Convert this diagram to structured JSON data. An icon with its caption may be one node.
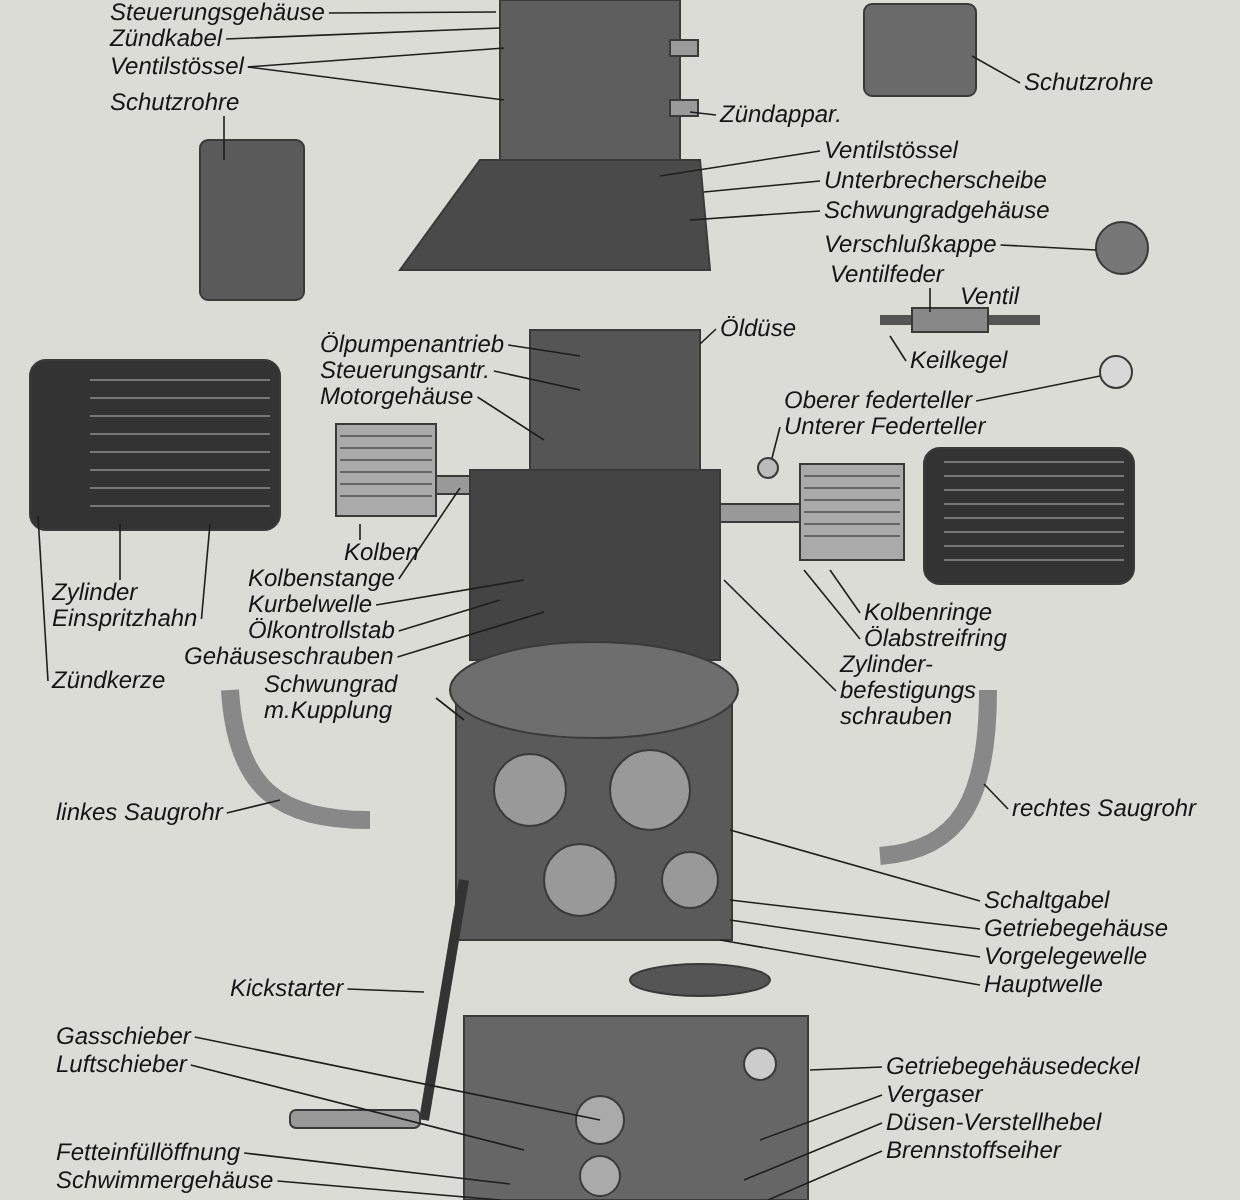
{
  "diagram": {
    "nodes": [
      {
        "text": [
          "Steuerungsgehäuse"
        ]
      },
      {
        "text": [
          "Zündkabel"
        ]
      },
      {
        "text": [
          "Ventilstössel"
        ]
      },
      {
        "text": [
          "Schutzrohre"
        ]
      },
      {
        "text": [
          "Schutzrohre"
        ]
      },
      {
        "text": [
          "Zündappar."
        ]
      },
      {
        "text": [
          "Ventilstössel"
        ]
      },
      {
        "text": [
          "Unterbrecherscheibe"
        ]
      },
      {
        "text": [
          "Schwungradgehäuse"
        ]
      },
      {
        "text": [
          "Verschlußkappe"
        ]
      },
      {
        "text": [
          "Ventilfeder"
        ]
      },
      {
        "text": [
          "Ventil"
        ]
      },
      {
        "text": [
          "Öldüse"
        ]
      },
      {
        "text": [
          "Keilkegel"
        ]
      },
      {
        "text": [
          "Oberer federteller"
        ]
      },
      {
        "text": [
          "Unterer Federteller"
        ]
      },
      {
        "text": [
          "Ölpumpenantrieb"
        ]
      },
      {
        "text": [
          "Steuerungsantr."
        ]
      },
      {
        "text": [
          "Motorgehäuse"
        ]
      },
      {
        "text": [
          "Kolben"
        ]
      },
      {
        "text": [
          "Kolbenstange"
        ]
      },
      {
        "text": [
          "Kurbelwelle"
        ]
      },
      {
        "text": [
          "Ölkontrollstab"
        ]
      },
      {
        "text": [
          "Gehäuseschrauben"
        ]
      },
      {
        "text": [
          "Schwungrad m.Kupplung"
        ]
      },
      {
        "text": [
          "Zylinder"
        ]
      },
      {
        "text": [
          "Einspritzhahn"
        ]
      },
      {
        "text": [
          "Zündkerze"
        ]
      },
      {
        "text": [
          "linkes Saugrohr"
        ]
      },
      {
        "text": [
          "Kolbenringe"
        ]
      },
      {
        "text": [
          "Ölabstreifring"
        ]
      },
      {
        "text": [
          "Zylinder- befestigungs schrauben"
        ]
      },
      {
        "text": [
          "rechtes Saugrohr"
        ]
      },
      {
        "text": [
          "Schaltgabel"
        ]
      },
      {
        "text": [
          "Getriebegehäuse"
        ]
      },
      {
        "text": [
          "Vorgelegewelle"
        ]
      },
      {
        "text": [
          "Hauptwelle"
        ]
      },
      {
        "text": [
          "Kickstarter"
        ]
      },
      {
        "text": [
          "Gasschieber"
        ]
      },
      {
        "text": [
          "Luftschieber"
        ]
      },
      {
        "text": [
          "Getriebegehäusedeckel"
        ]
      },
      {
        "text": [
          "Vergaser"
        ]
      },
      {
        "text": [
          "Düsen-Verstellhebel"
        ]
      },
      {
        "text": [
          "Brennstoffseiher"
        ]
      },
      {
        "text": [
          "Fetteinfüllöffnung"
        ]
      },
      {
        "text": [
          "Schwimmergehäuse"
        ]
      }
    ],
    "edges": [
      {
        "from": 0,
        "to": null,
        "arrow": "none"
      },
      {
        "from": 1,
        "to": null,
        "arrow": "none"
      },
      {
        "from": 2,
        "to": null,
        "arrow": "none"
      },
      {
        "from": 2,
        "to": null,
        "arrow": "none"
      },
      {
        "from": 3,
        "to": null,
        "arrow": "none"
      },
      {
        "from": 4,
        "to": null,
        "arrow": "none"
      },
      {
        "from": 5,
        "to": null,
        "arrow": "none"
      },
      {
        "from": 6,
        "to": null,
        "arrow": "none"
      },
      {
        "from": 7,
        "to": null,
        "arrow": "none"
      },
      {
        "from": 8,
        "to": null,
        "arrow": "none"
      },
      {
        "from": 9,
        "to": null,
        "arrow": "none"
      },
      {
        "from": 10,
        "to": null,
        "arrow": "none"
      },
      {
        "from": 12,
        "to": null,
        "arrow": "none"
      },
      {
        "from": 13,
        "to": null,
        "arrow": "none"
      },
      {
        "from": 14,
        "to": null,
        "arrow": "none"
      },
      {
        "from": 15,
        "to": null,
        "arrow": "none"
      },
      {
        "from": 16,
        "to": null,
        "arrow": "none"
      },
      {
        "from": 17,
        "to": null,
        "arrow": "none"
      },
      {
        "from": 18,
        "to": null,
        "arrow": "none"
      },
      {
        "from": 19,
        "to": null,
        "arrow": "none"
      },
      {
        "from": 20,
        "to": null,
        "arrow": "none"
      },
      {
        "from": 21,
        "to": null,
        "arrow": "none"
      },
      {
        "from": 22,
        "to": null,
        "arrow": "none"
      },
      {
        "from": 23,
        "to": null,
        "arrow": "none"
      },
      {
        "from": 24,
        "to": null,
        "arrow": "none"
      },
      {
        "from": 25,
        "to": null,
        "arrow": "none"
      },
      {
        "from": 26,
        "to": null,
        "arrow": "none"
      },
      {
        "from": 27,
        "to": null,
        "arrow": "none"
      },
      {
        "from": 28,
        "to": null,
        "arrow": "none"
      },
      {
        "from": 29,
        "to": null,
        "arrow": "none"
      },
      {
        "from": 30,
        "to": null,
        "arrow": "none"
      },
      {
        "from": 31,
        "to": null,
        "arrow": "none"
      },
      {
        "from": 32,
        "to": null,
        "arrow": "none"
      },
      {
        "from": 33,
        "to": null,
        "arrow": "none"
      },
      {
        "from": 34,
        "to": null,
        "arrow": "none"
      },
      {
        "from": 35,
        "to": null,
        "arrow": "none"
      },
      {
        "from": 36,
        "to": null,
        "arrow": "none"
      },
      {
        "from": 37,
        "to": null,
        "arrow": "none"
      },
      {
        "from": 38,
        "to": null,
        "arrow": "none"
      },
      {
        "from": 39,
        "to": null,
        "arrow": "none"
      },
      {
        "from": 40,
        "to": null,
        "arrow": "none"
      },
      {
        "from": 41,
        "to": null,
        "arrow": "none"
      },
      {
        "from": 42,
        "to": null,
        "arrow": "none"
      },
      {
        "from": 43,
        "to": null,
        "arrow": "none"
      },
      {
        "from": 44,
        "to": null,
        "arrow": "none"
      },
      {
        "from": 45,
        "to": null,
        "arrow": "none"
      }
    ]
  }
}
